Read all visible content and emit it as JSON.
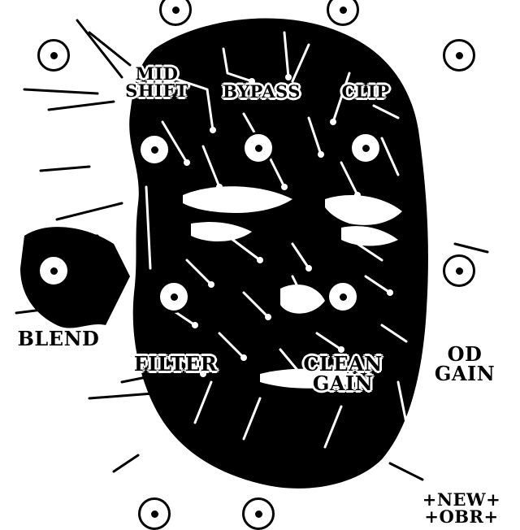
{
  "colors": {
    "ink": "#000000",
    "paper": "#ffffff"
  },
  "icons": {
    "knob": "knob-icon",
    "artwork": "pinned-head-artwork"
  },
  "labels": {
    "mid_shift": "MID\nSHIFT",
    "bypass": "BYPASS",
    "clip": "CLIP",
    "blend": "BLEND",
    "filter": "FILTER",
    "clean_gain": "CLEAN\nGAIN",
    "od_gain": "OD\nGAIN",
    "new_corner": "+NEW+\n+OBR+"
  },
  "knobs": [
    {
      "id": "top-left-1"
    },
    {
      "id": "top-left-2"
    },
    {
      "id": "top-right"
    },
    {
      "id": "left-upper"
    },
    {
      "id": "right-upper"
    },
    {
      "id": "mid-shift"
    },
    {
      "id": "bypass"
    },
    {
      "id": "clip"
    },
    {
      "id": "blend"
    },
    {
      "id": "filter"
    },
    {
      "id": "clean-gain"
    },
    {
      "id": "od-gain"
    },
    {
      "id": "bottom-left"
    },
    {
      "id": "bottom-center"
    }
  ]
}
